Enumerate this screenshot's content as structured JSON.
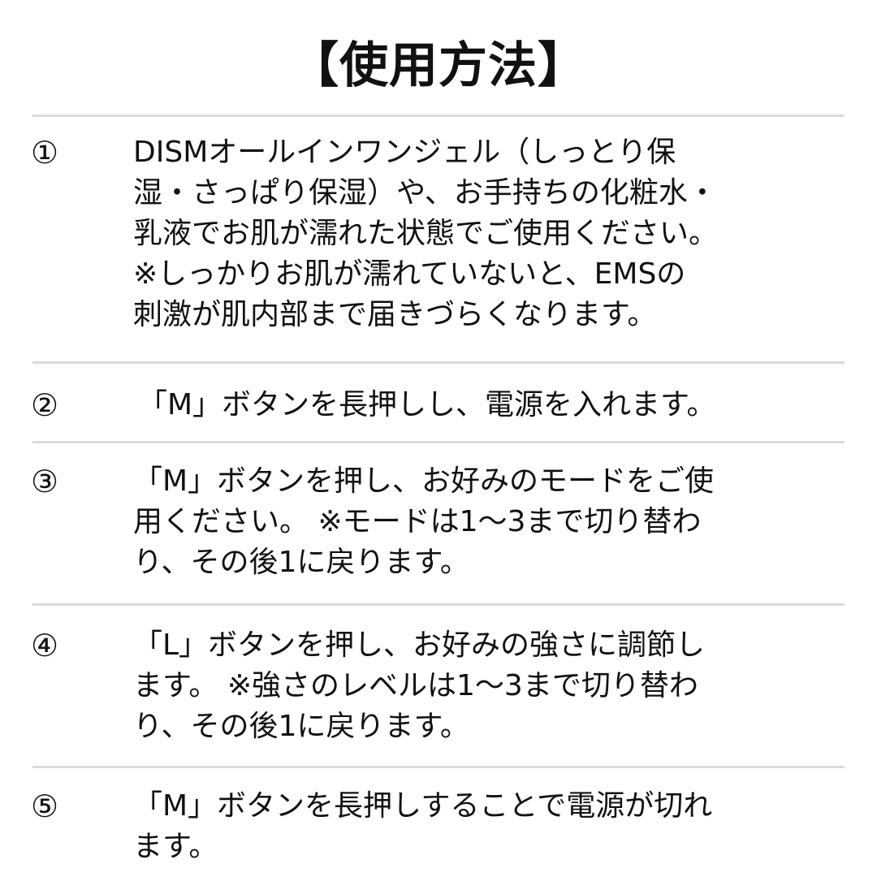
{
  "title": "【使用方法】",
  "steps": [
    {
      "number": "①",
      "text": "DISMオールインワンジェル（しっとり保\n湿・さっぱり保湿）や、お手持ちの化粧水・\n乳液でお肌が濡れた状態でご使用ください。\n※しっかりお肌が濡れていないと、EMSの\n刺激が肌内部まで届きづらくなります。"
    },
    {
      "number": "②",
      "text": "「M」ボタンを長押しし、電源を入れます。"
    },
    {
      "number": "③",
      "text": "「M」ボタンを押し、お好みのモードをご使\n用ください。 ※モードは1～3まで切り替わ\nり、その後1に戻ります。"
    },
    {
      "number": "④",
      "text": "「L」ボタンを押し、お好みの強さに調節し\nます。 ※強さのレベルは1～3まで切り替わ\nり、その後1に戻ります。"
    },
    {
      "number": "⑤",
      "text": "「M」ボタンを長押しすることで電源が切れ\nます。"
    }
  ],
  "colors": {
    "text": "#111111",
    "separator": "#d9dbdb",
    "background": "#ffffff"
  }
}
